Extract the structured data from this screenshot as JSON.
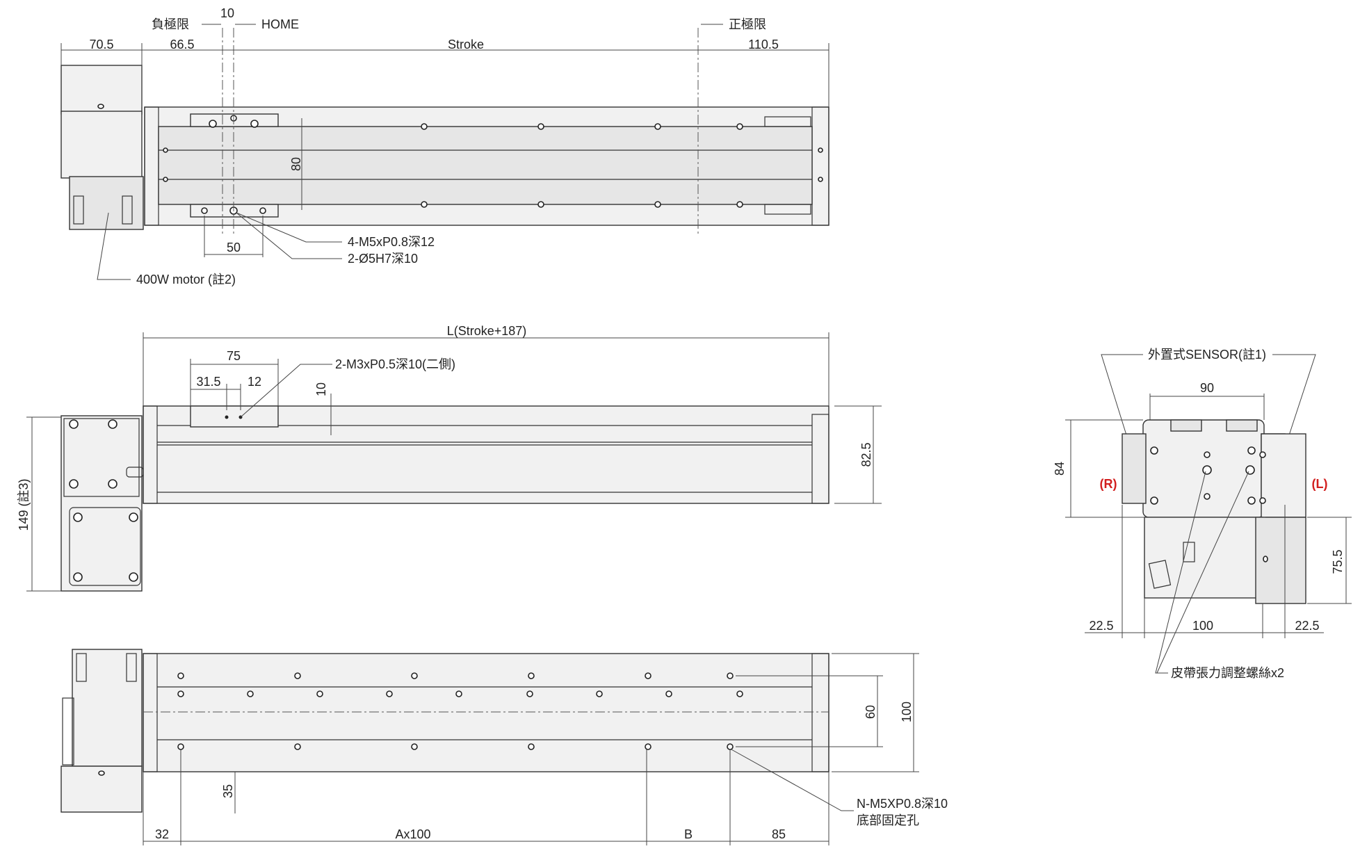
{
  "top_view": {
    "neg_limit": "負極限",
    "home_offset": "10",
    "home": "HOME",
    "pos_limit": "正極限",
    "dim_motor": "70.5",
    "dim_neg": "66.5",
    "dim_stroke": "Stroke",
    "dim_end": "110.5",
    "dim_width": "80",
    "dim_hole_pitch": "50",
    "note_tap": "4-M5xP0.8深12",
    "note_pin": "2-Ø5H7深10",
    "note_motor": "400W motor (註2)"
  },
  "side_view": {
    "dim_length": "L(Stroke+187)",
    "dim_carriage": "75",
    "dim_tap_offset": "31.5",
    "dim_tap_pitch": "12",
    "note_tap": "2-M3xP0.5深10(二側)",
    "dim_top": "10",
    "dim_height": "82.5",
    "dim_total_height": "149 (註3)"
  },
  "bottom_view": {
    "dim_hole_rows": "60",
    "dim_width": "100",
    "dim_edge": "35",
    "dim_start": "32",
    "dim_pitch": "Ax100",
    "dim_b": "B",
    "dim_end": "85",
    "note_holes_1": "N-M5XP0.8深10",
    "note_holes_2": "底部固定孔"
  },
  "end_view": {
    "note_sensor": "外置式SENSOR(註1)",
    "dim_top": "90",
    "dim_height": "84",
    "label_r": "(R)",
    "label_l": "(L)",
    "dim_motor_h": "75.5",
    "dim_left": "22.5",
    "dim_mid": "100",
    "dim_right": "22.5",
    "note_belt": "皮帶張力調整螺絲x2",
    "label_color": "#d21f1f"
  }
}
